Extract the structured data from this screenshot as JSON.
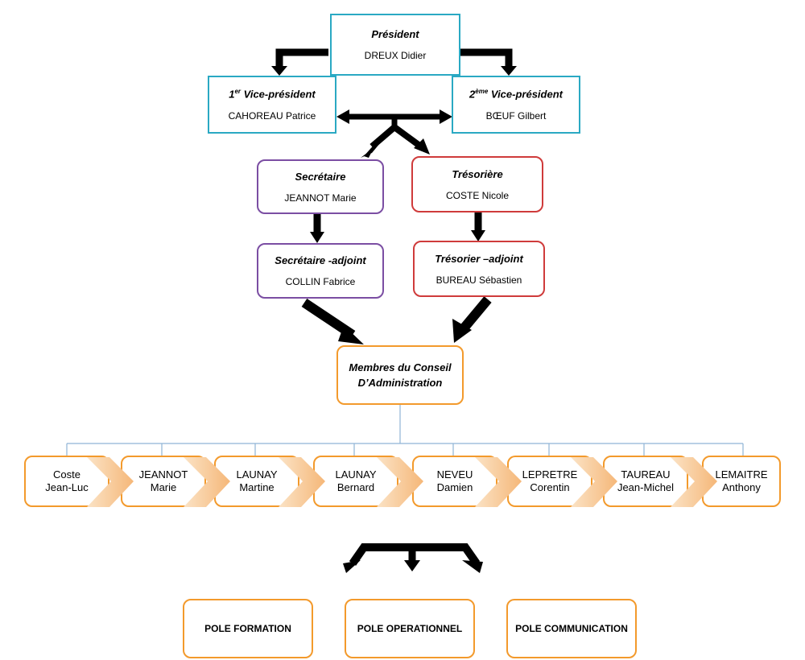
{
  "president": {
    "title": "Président",
    "name": "DREUX Didier"
  },
  "vp1": {
    "ordinal": "1",
    "sup": "er",
    "title": " Vice-président",
    "name": "CAHOREAU Patrice"
  },
  "vp2": {
    "ordinal": "2",
    "sup": "ème",
    "title": " Vice-président",
    "name": "BŒUF Gilbert"
  },
  "secretaire": {
    "title": "Secrétaire",
    "name": "JEANNOT Marie"
  },
  "tresoriere": {
    "title": "Trésorière",
    "name": "COSTE Nicole"
  },
  "secretaire_adjoint": {
    "title": "Secrétaire -adjoint",
    "name": "COLLIN Fabrice"
  },
  "tresorier_adjoint": {
    "title": "Trésorier –adjoint",
    "name": "BUREAU Sébastien"
  },
  "conseil": {
    "line1": "Membres du Conseil",
    "line2": "D’Administration"
  },
  "members": [
    {
      "last": "Coste",
      "first": "Jean-Luc"
    },
    {
      "last": "JEANNOT",
      "first": "Marie"
    },
    {
      "last": "LAUNAY",
      "first": "Martine"
    },
    {
      "last": "LAUNAY",
      "first": "Bernard"
    },
    {
      "last": "NEVEU",
      "first": "Damien"
    },
    {
      "last": "LEPRETRE",
      "first": "Corentin"
    },
    {
      "last": "TAUREAU",
      "first": "Jean-Michel"
    },
    {
      "last": "LEMAITRE",
      "first": "Anthony"
    }
  ],
  "poles": [
    "POLE FORMATION",
    "POLE OPERATIONNEL",
    "POLE COMMUNICATION"
  ],
  "colors": {
    "teal": "#2aa9c3",
    "purple": "#7b4ea3",
    "red": "#cf3b3b",
    "orange": "#f39a2c",
    "connector": "#8fb4d6",
    "chevron": "#f7c896"
  }
}
